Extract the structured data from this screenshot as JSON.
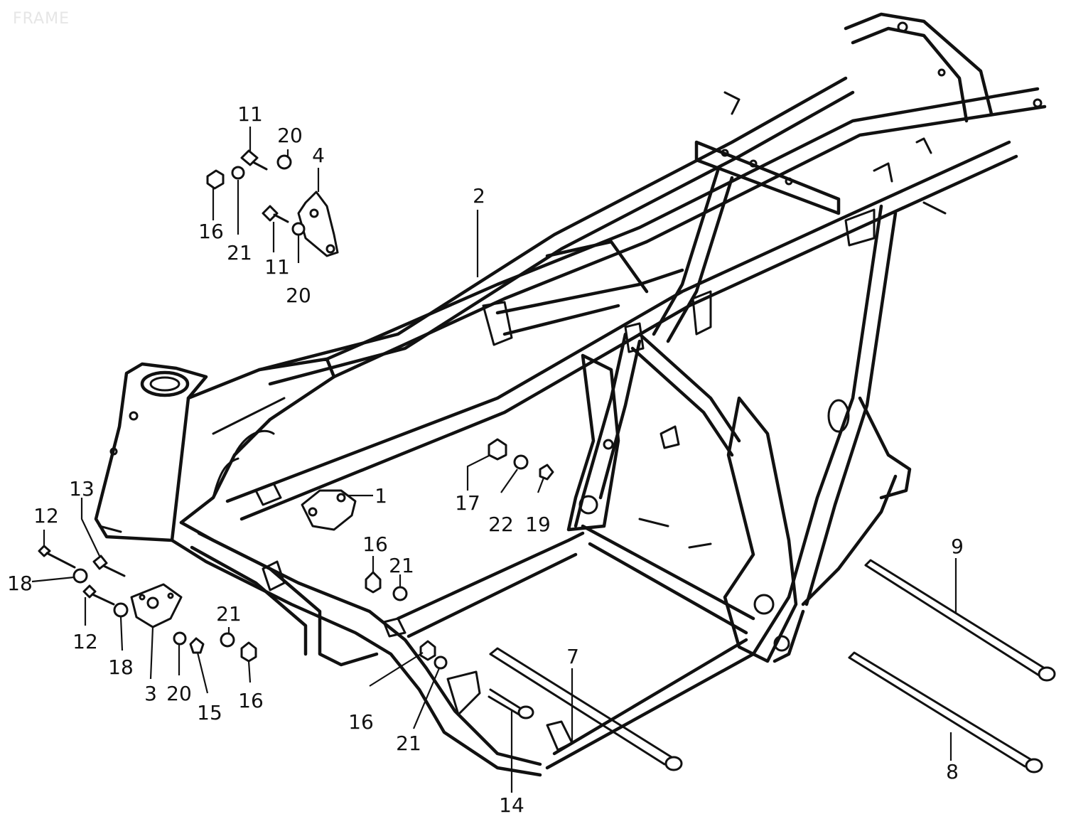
{
  "watermark": "FRAME",
  "callouts": [
    {
      "id": "c1",
      "text": "1"
    },
    {
      "id": "c2",
      "text": "2"
    },
    {
      "id": "c3",
      "text": "3"
    },
    {
      "id": "c4",
      "text": "4"
    },
    {
      "id": "c7",
      "text": "7"
    },
    {
      "id": "c8",
      "text": "8"
    },
    {
      "id": "c9",
      "text": "9"
    },
    {
      "id": "c11a",
      "text": "11"
    },
    {
      "id": "c11b",
      "text": "11"
    },
    {
      "id": "c12a",
      "text": "12"
    },
    {
      "id": "c12b",
      "text": "12"
    },
    {
      "id": "c13",
      "text": "13"
    },
    {
      "id": "c14",
      "text": "14"
    },
    {
      "id": "c15",
      "text": "15"
    },
    {
      "id": "c16a",
      "text": "16"
    },
    {
      "id": "c16b",
      "text": "16"
    },
    {
      "id": "c16c",
      "text": "16"
    },
    {
      "id": "c16d",
      "text": "16"
    },
    {
      "id": "c17",
      "text": "17"
    },
    {
      "id": "c18a",
      "text": "18"
    },
    {
      "id": "c18b",
      "text": "18"
    },
    {
      "id": "c19",
      "text": "19"
    },
    {
      "id": "c20a",
      "text": "20"
    },
    {
      "id": "c20b",
      "text": "20"
    },
    {
      "id": "c20c",
      "text": "20"
    },
    {
      "id": "c21a",
      "text": "21"
    },
    {
      "id": "c21b",
      "text": "21"
    },
    {
      "id": "c21c",
      "text": "21"
    },
    {
      "id": "c21d",
      "text": "21"
    },
    {
      "id": "c22",
      "text": "22"
    }
  ]
}
